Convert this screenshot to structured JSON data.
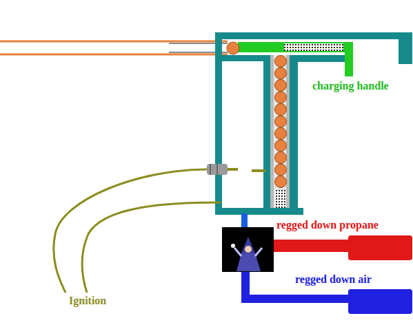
{
  "diagram": {
    "labels": [
      "charging handle",
      "regged down propane",
      "regged down air",
      "Ignition"
    ]
  }
}
